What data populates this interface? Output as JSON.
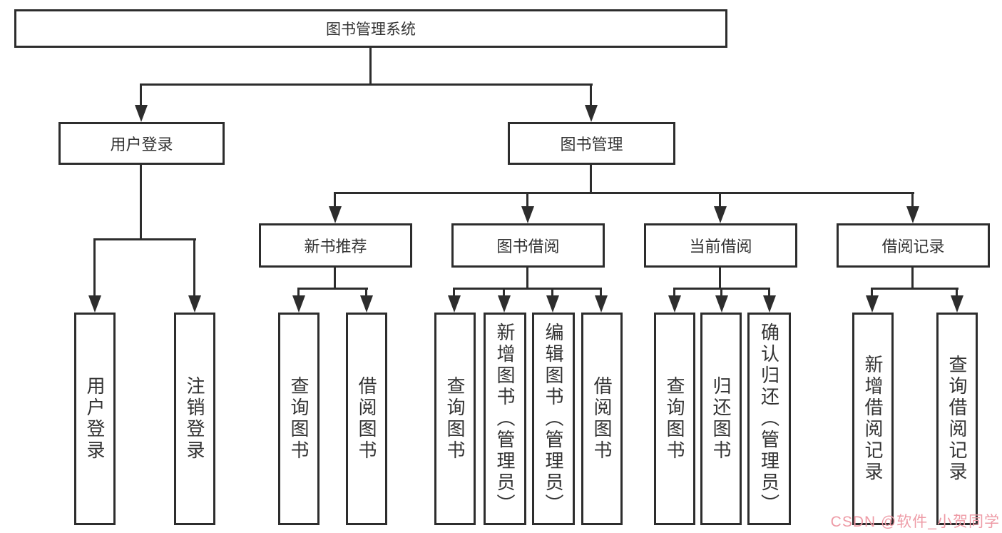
{
  "tree": {
    "root": {
      "label": "图书管理系统"
    },
    "level2": [
      {
        "label": "用户登录",
        "leaves": [
          {
            "label": "用户登录"
          },
          {
            "label": "注销登录"
          }
        ]
      },
      {
        "label": "图书管理",
        "groups": [
          {
            "label": "新书推荐",
            "leaves": [
              {
                "label": "查询图书"
              },
              {
                "label": "借阅图书"
              }
            ]
          },
          {
            "label": "图书借阅",
            "leaves": [
              {
                "label": "查询图书"
              },
              {
                "label": "新增图书（管理员）"
              },
              {
                "label": "编辑图书（管理员）"
              },
              {
                "label": "借阅图书"
              }
            ]
          },
          {
            "label": "当前借阅",
            "leaves": [
              {
                "label": "查询图书"
              },
              {
                "label": "归还图书"
              },
              {
                "label": "确认归还（管理员）"
              }
            ]
          },
          {
            "label": "借阅记录",
            "leaves": [
              {
                "label": "新增借阅记录"
              },
              {
                "label": "查询借阅记录"
              }
            ]
          }
        ]
      }
    ]
  },
  "watermark": {
    "text": "CSDN @软件_小贺同学",
    "color": "#ee9ba6"
  },
  "colors": {
    "line": "#2d2d2d",
    "text": "#333333",
    "background": "#ffffff"
  }
}
